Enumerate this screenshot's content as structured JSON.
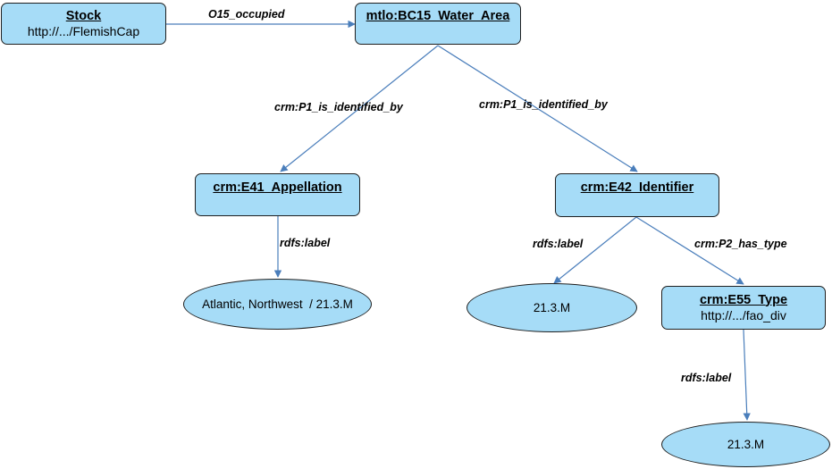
{
  "nodes": {
    "stock": {
      "title": "Stock",
      "uri": "http://.../FlemishCap"
    },
    "water_area": {
      "title": "mtlo:BC15_Water_Area"
    },
    "appellation": {
      "title": "crm:E41_Appellation"
    },
    "identifier": {
      "title": "crm:E42_Identifier"
    },
    "type": {
      "title": "crm:E55_Type",
      "uri": "http://.../fao_div"
    }
  },
  "literals": {
    "appellation_label": "Atlantic, Northwest  / 21.3.M",
    "identifier_label": "21.3.M",
    "type_label": "21.3.M"
  },
  "edges": {
    "occupied": "O15_occupied",
    "identified_by_left": "crm:P1_is_identified_by",
    "identified_by_right": "crm:P1_is_identified_by",
    "appellation_rdfs": "rdfs:label",
    "identifier_rdfs": "rdfs:label",
    "has_type": "crm:P2_has_type",
    "type_rdfs": "rdfs:label"
  },
  "colors": {
    "node_fill": "#a6dcf7",
    "edge": "#4a7ebb",
    "border": "#1f1f1f"
  }
}
